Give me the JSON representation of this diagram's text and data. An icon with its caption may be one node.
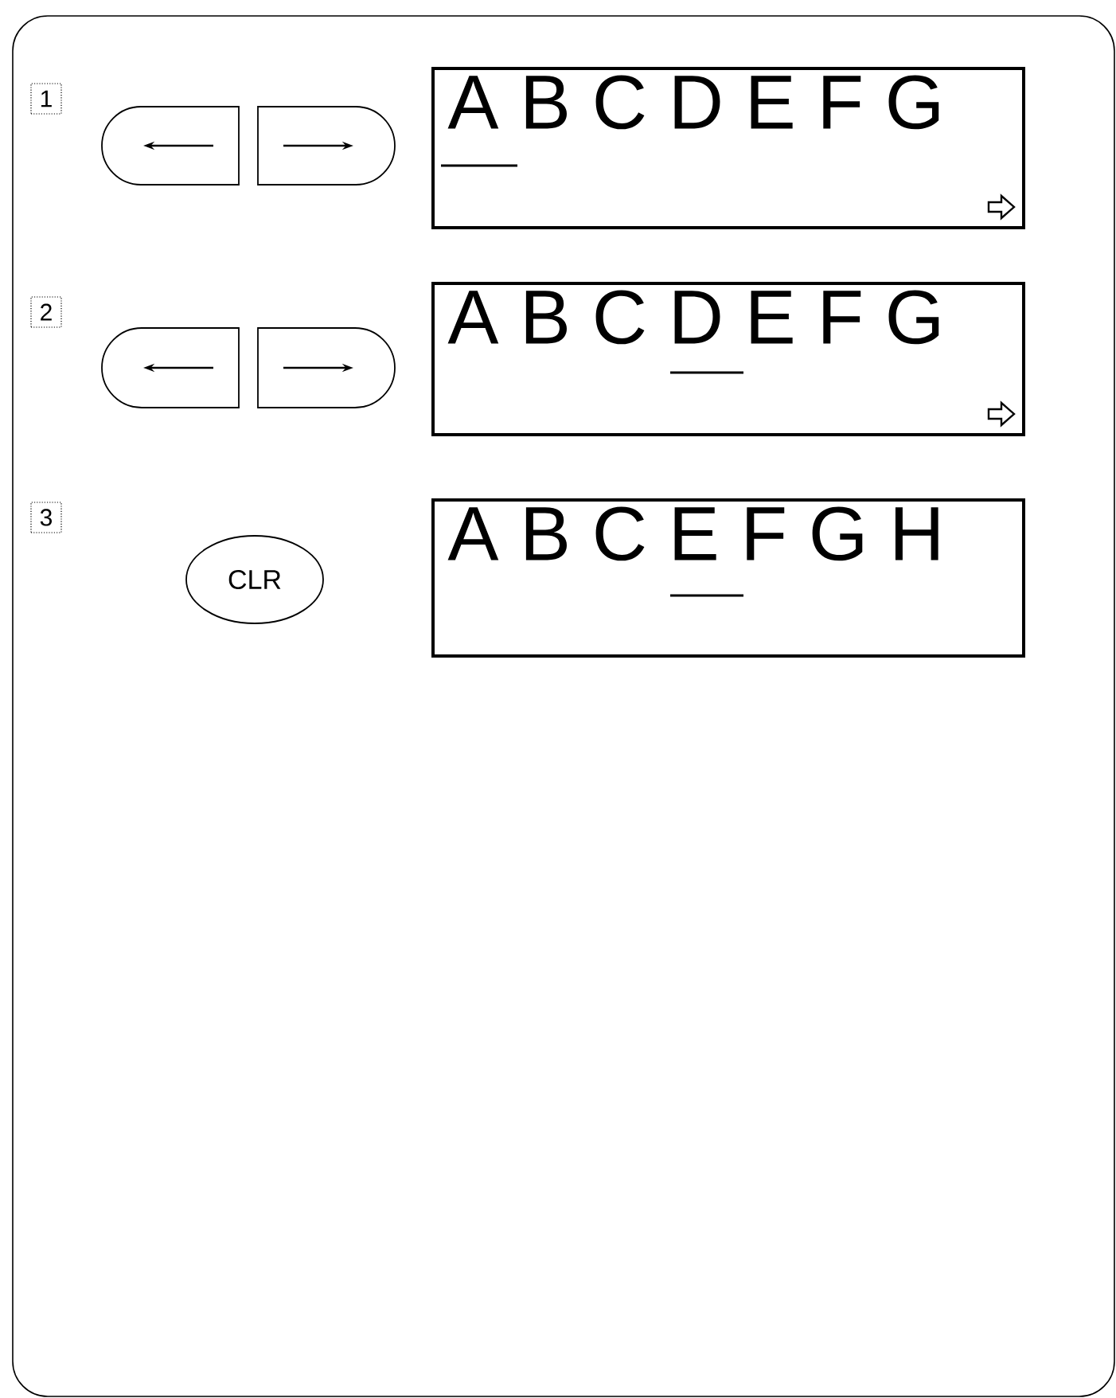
{
  "diagram": {
    "nodes": [
      {
        "text": [],
        "shape": "box"
      },
      {
        "text": [],
        "shape": "box"
      },
      {
        "text": [
          "A B C D E F G"
        ]
      },
      {
        "text": [],
        "shape": "box"
      },
      {
        "text": [],
        "shape": "box"
      },
      {
        "text": [
          "A B C D E F G"
        ]
      },
      {
        "text": [
          "CLR"
        ]
      },
      {
        "text": [
          "A B C E F G H"
        ]
      }
    ],
    "edges": [],
    "labels": [
      "1",
      "2",
      "3"
    ]
  }
}
